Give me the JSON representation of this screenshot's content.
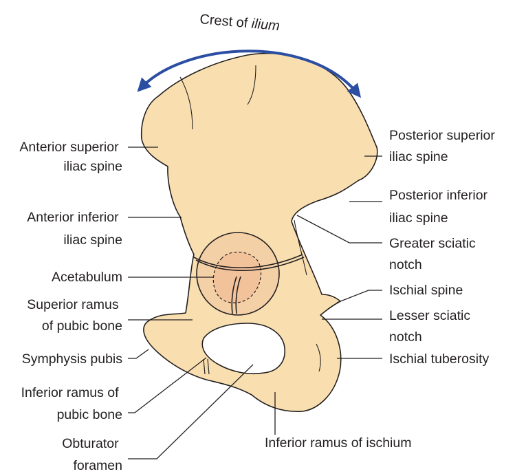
{
  "title_arc": {
    "text": "Crest of ilium",
    "part1": "Crest of ",
    "part2": "ilium"
  },
  "labels": {
    "asis": [
      "Anterior superior",
      "iliac spine"
    ],
    "aiis": [
      "Anterior inferior",
      "iliac spine"
    ],
    "acetabulum": [
      "Acetabulum"
    ],
    "sup_ramus_pubis": [
      "Superior ramus",
      "of pubic bone"
    ],
    "symphysis": [
      "Symphysis pubis"
    ],
    "inf_ramus_pubis": [
      "Inferior ramus of",
      "pubic bone"
    ],
    "obturator": [
      "Obturator",
      "foramen"
    ],
    "psis": [
      "Posterior superior",
      "iliac spine"
    ],
    "piis": [
      "Posterior inferior",
      "iliac spine"
    ],
    "greater_sciatic": [
      "Greater sciatic",
      "notch"
    ],
    "ischial_spine": [
      "Ischial spine"
    ],
    "lesser_sciatic": [
      "Lesser sciatic",
      "notch"
    ],
    "ischial_tuberosity": [
      "Ischial tuberosity"
    ],
    "inf_ramus_ischium": [
      "Inferior ramus of ischium"
    ]
  },
  "colors": {
    "bone": "#f9dfb0",
    "bone_shadow": "#efc99a",
    "acetabulum": "#f2c9a0",
    "arrow": "#2b4ea2",
    "line": "#231f20"
  }
}
